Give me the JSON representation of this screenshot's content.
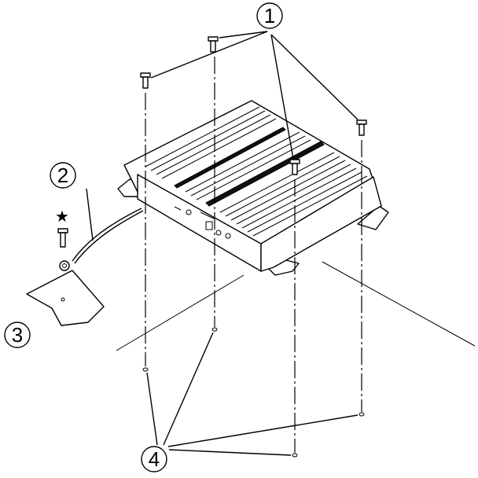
{
  "callouts": [
    {
      "id": "c1",
      "label": "1"
    },
    {
      "id": "c2",
      "label": "2"
    },
    {
      "id": "c3",
      "label": "3"
    },
    {
      "id": "c4",
      "label": "4"
    }
  ],
  "star_mark": "★"
}
